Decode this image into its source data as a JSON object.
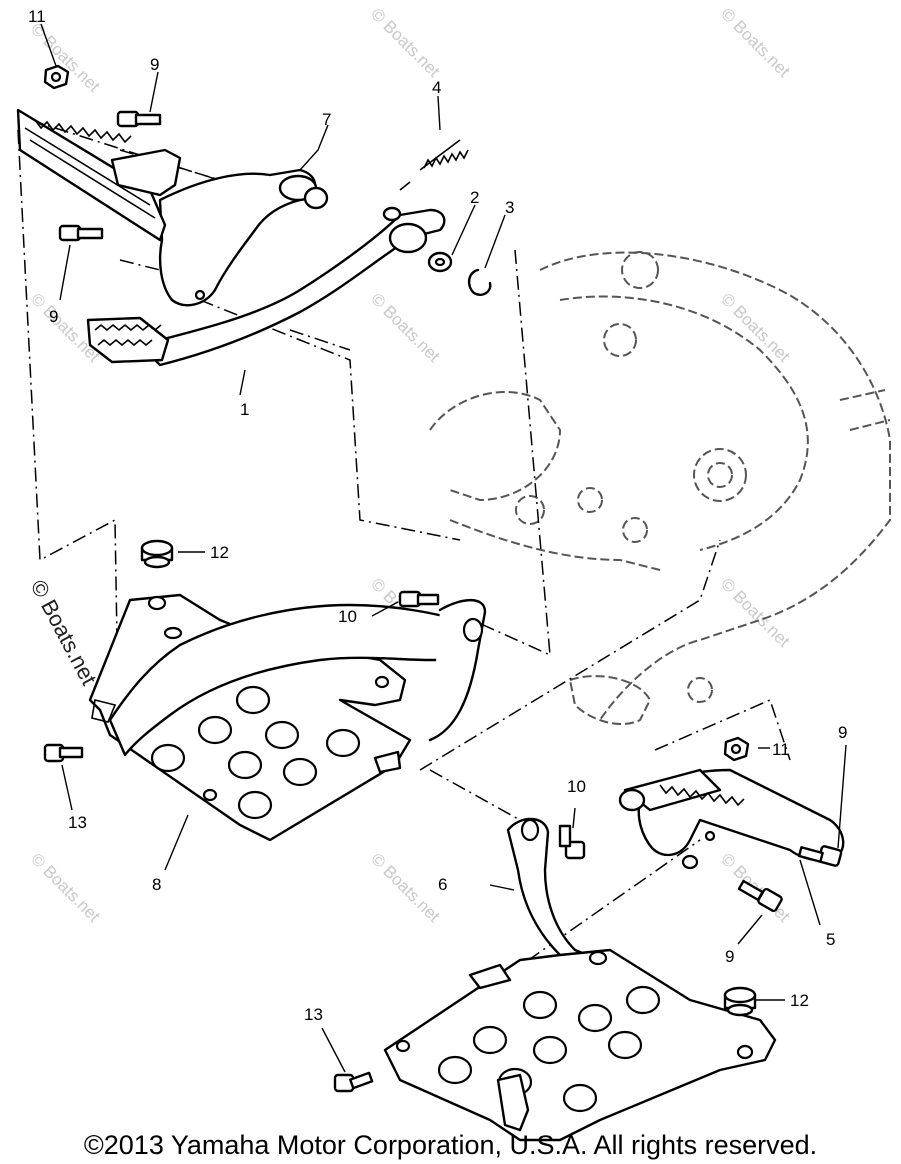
{
  "callouts": {
    "c1": "1",
    "c2": "2",
    "c3": "3",
    "c4": "4",
    "c5": "5",
    "c6": "6",
    "c7": "7",
    "c8": "8",
    "c9a": "9",
    "c9b": "9",
    "c9c": "9",
    "c9d": "9",
    "c10a": "10",
    "c10b": "10",
    "c11a": "11",
    "c11b": "11",
    "c12a": "12",
    "c12b": "12",
    "c13a": "13",
    "c13b": "13"
  },
  "watermark": {
    "text": "© Boats.net"
  },
  "copyright": "©2013 Yamaha Motor Corporation, U.S.A. All rights reserved."
}
